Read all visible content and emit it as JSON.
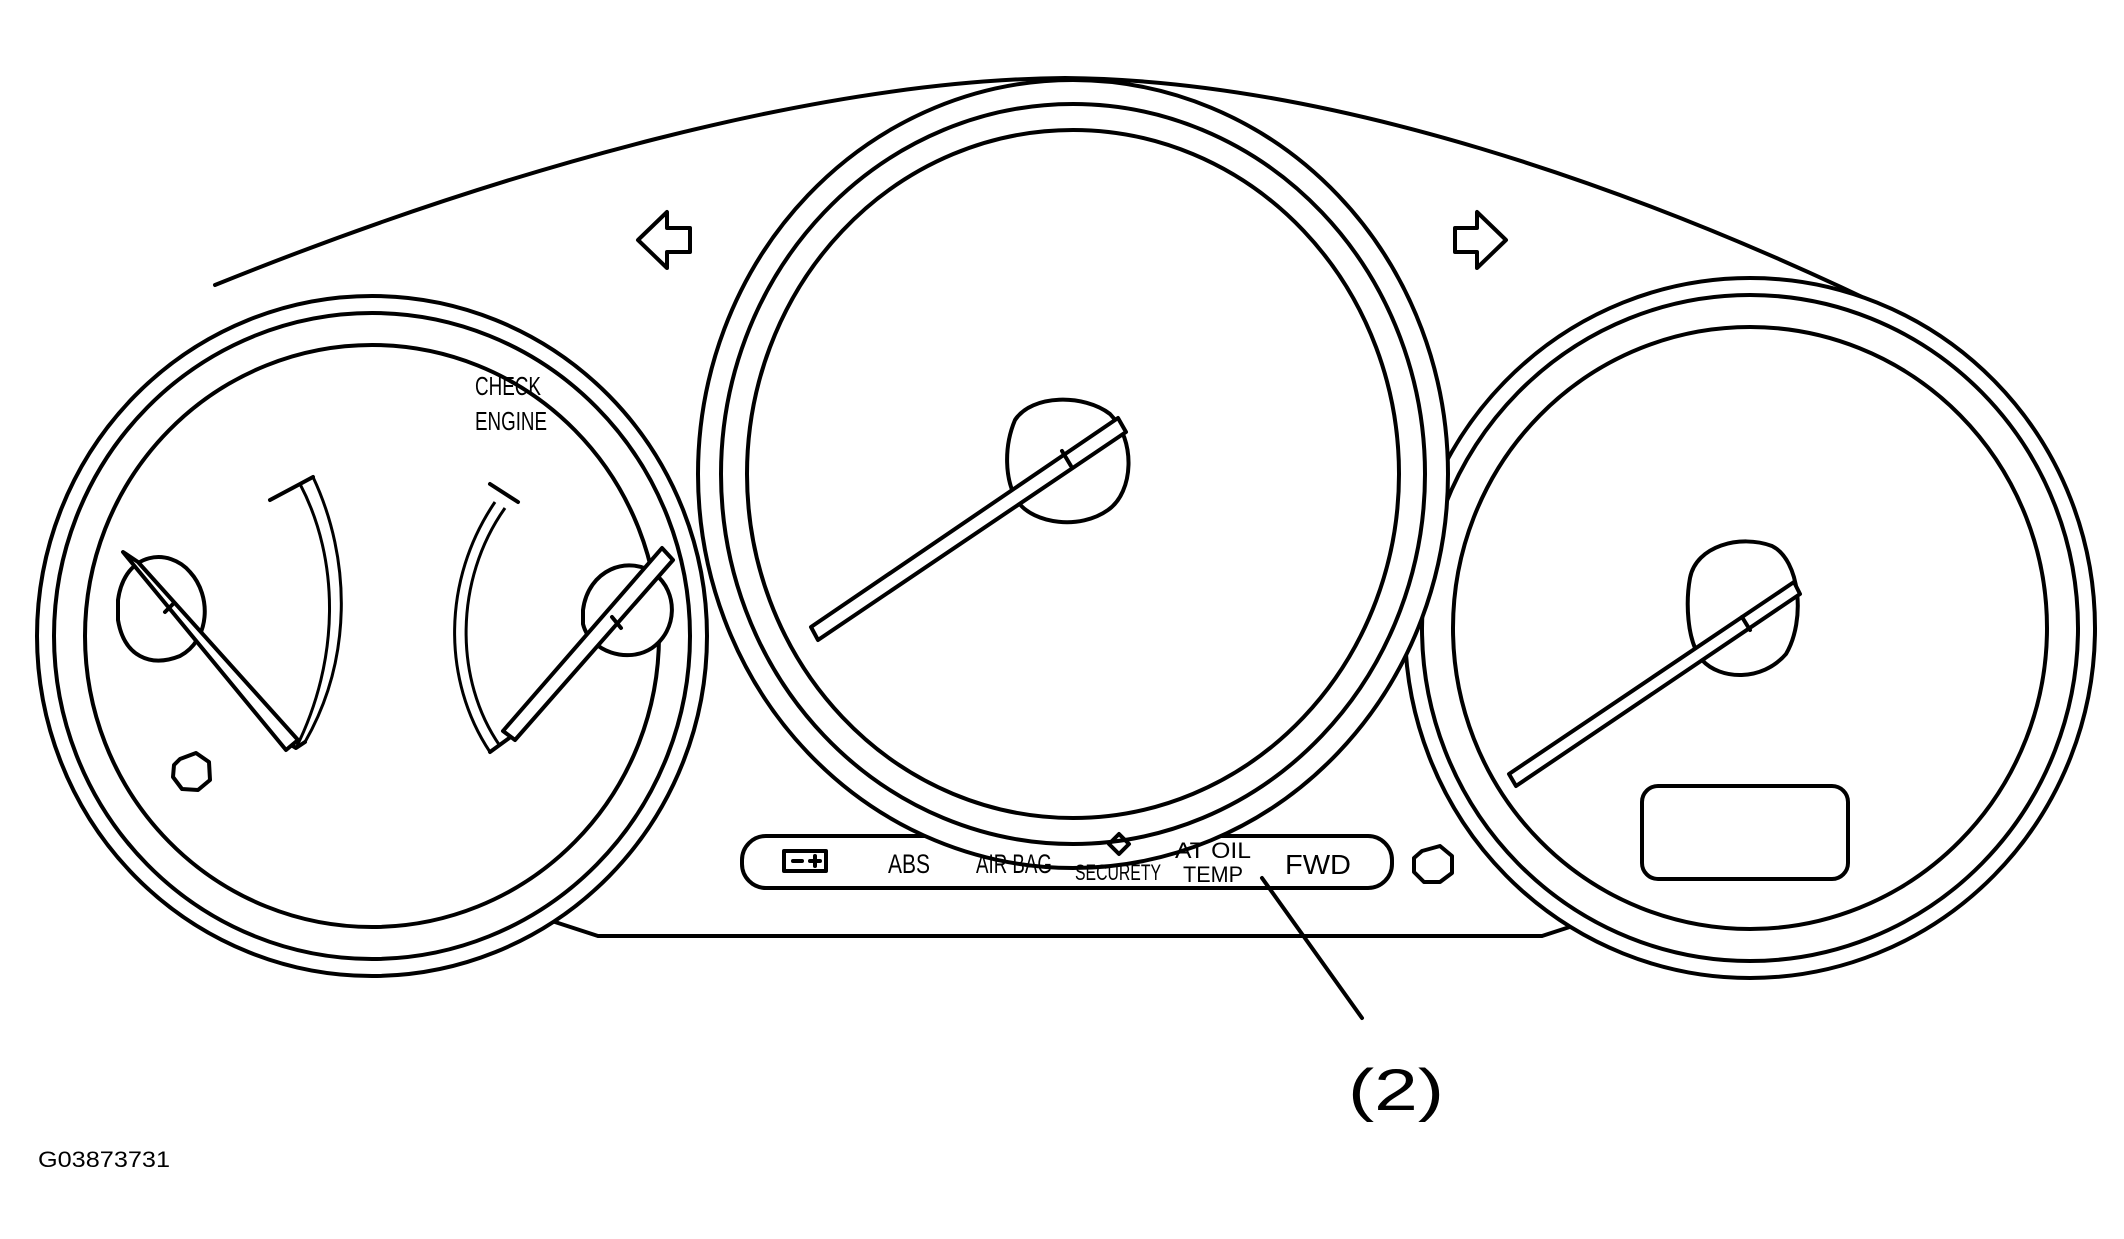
{
  "figure_id": "G03873731",
  "callout": "(2)",
  "check_engine": [
    "CHECK",
    "ENGINE"
  ],
  "warning_lights": {
    "abs": "ABS",
    "air_bag": "AIR BAG",
    "security": "SECURETY",
    "at_oil": "AT OIL",
    "temp": "TEMP",
    "fwd": "FWD"
  },
  "icons": [
    "left-turn-arrow-icon",
    "right-turn-arrow-icon",
    "battery-icon",
    "security-diamond-icon"
  ],
  "colors": {
    "line": "#000000",
    "background": "#ffffff"
  }
}
